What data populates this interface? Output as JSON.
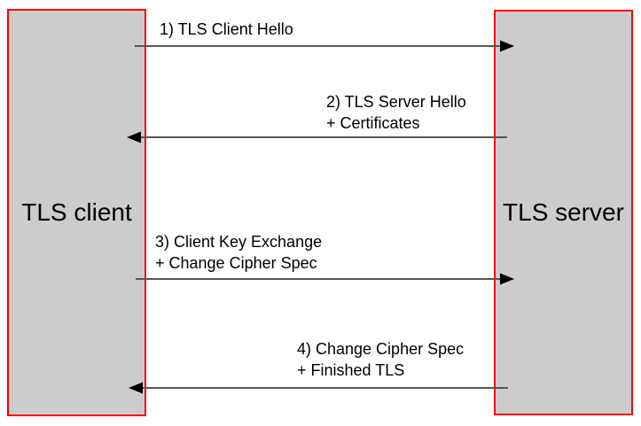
{
  "diagram": {
    "actors": {
      "client": {
        "label": "TLS client"
      },
      "server": {
        "label": "TLS server"
      }
    },
    "messages": [
      {
        "line1": "1) TLS Client Hello",
        "line2": "",
        "from": "client",
        "to": "server"
      },
      {
        "line1": "2) TLS Server Hello",
        "line2": "+ Certificates",
        "from": "server",
        "to": "client"
      },
      {
        "line1": "3) Client Key Exchange",
        "line2": "+ Change Cipher Spec",
        "from": "client",
        "to": "server"
      },
      {
        "line1": "4) Change Cipher Spec",
        "line2": "+ Finished TLS",
        "from": "server",
        "to": "client"
      }
    ],
    "colors": {
      "background": "#ffffff",
      "actor_fill": "#cccccc",
      "actor_border": "#ff0000",
      "arrow_line": "#565656",
      "arrow_head": "#000000",
      "text": "#000000"
    }
  }
}
